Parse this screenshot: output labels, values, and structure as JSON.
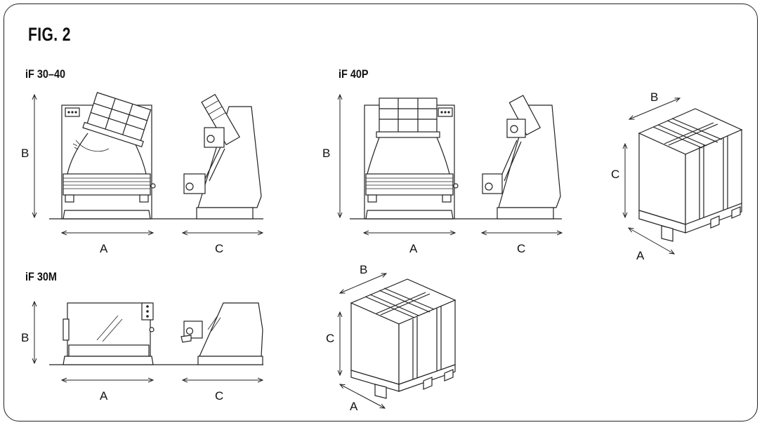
{
  "figure": {
    "title": "FIG. 2",
    "models": [
      {
        "name": "iF 30–40",
        "dimension_labels": {
          "height": "B",
          "width": "A",
          "depth": "C"
        }
      },
      {
        "name": "iF 40P",
        "dimension_labels": {
          "height": "B",
          "width": "A",
          "depth": "C"
        }
      },
      {
        "name": "iF 30M",
        "dimension_labels": {
          "height": "B",
          "width": "A",
          "depth": "C"
        }
      }
    ],
    "packages": [
      {
        "dimension_labels": {
          "top": "B",
          "side": "C",
          "bottom": "A"
        }
      },
      {
        "dimension_labels": {
          "top": "B",
          "side": "C",
          "bottom": "A"
        }
      }
    ]
  },
  "colors": {
    "line": "#222222",
    "background": "#ffffff"
  }
}
